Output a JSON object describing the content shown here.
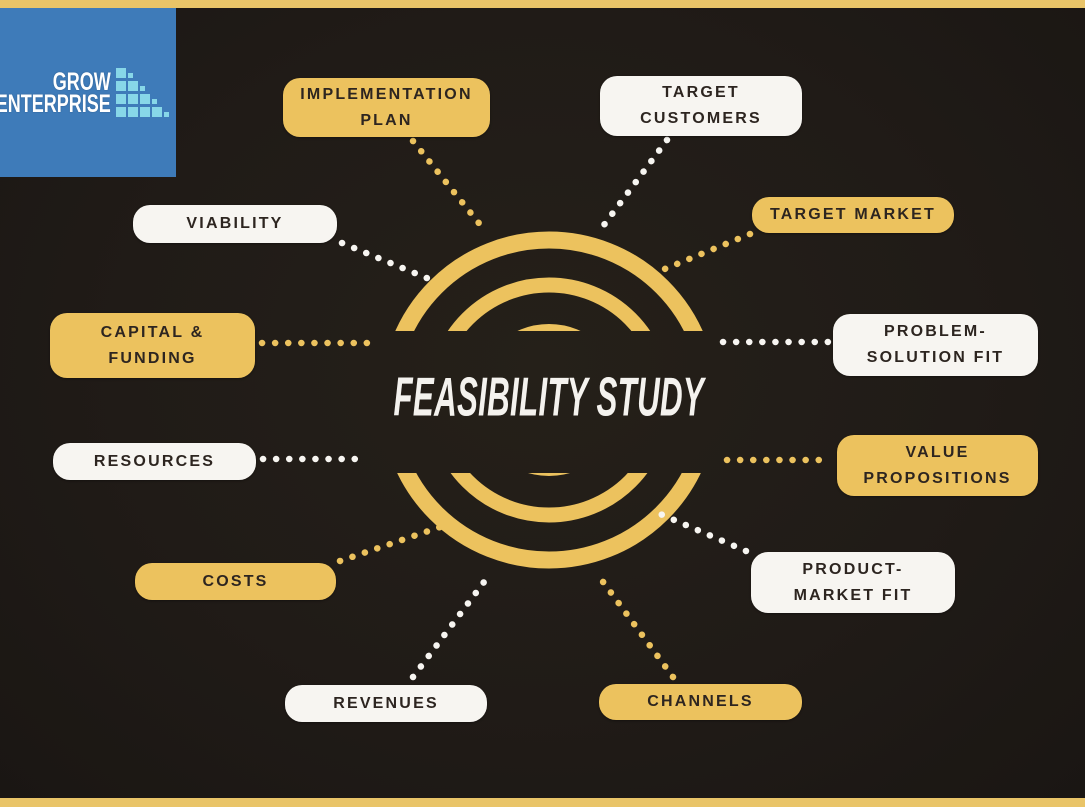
{
  "center": {
    "title": "FEASIBILITY STUDY"
  },
  "logo": {
    "line1": "GROW",
    "line2": "ENTERPRISE",
    "icon": "bar-chart-squares-icon"
  },
  "nodes": [
    {
      "id": "implementation-plan",
      "label": "IMPLEMENTATION\nPLAN",
      "style": "yellow"
    },
    {
      "id": "target-customers",
      "label": "TARGET\nCUSTOMERS",
      "style": "white"
    },
    {
      "id": "viability",
      "label": "VIABILITY",
      "style": "white"
    },
    {
      "id": "target-market",
      "label": "TARGET MARKET",
      "style": "yellow"
    },
    {
      "id": "capital-funding",
      "label": "CAPITAL &\nFUNDING",
      "style": "yellow"
    },
    {
      "id": "problem-solution-fit",
      "label": "PROBLEM-\nSOLUTION FIT",
      "style": "white"
    },
    {
      "id": "resources",
      "label": "RESOURCES",
      "style": "white"
    },
    {
      "id": "value-propositions",
      "label": "VALUE\nPROPOSITIONS",
      "style": "yellow"
    },
    {
      "id": "costs",
      "label": "COSTS",
      "style": "yellow"
    },
    {
      "id": "product-market-fit",
      "label": "PRODUCT-\nMARKET FIT",
      "style": "white"
    },
    {
      "id": "revenues",
      "label": "REVENUES",
      "style": "white"
    },
    {
      "id": "channels",
      "label": "CHANNELS",
      "style": "yellow"
    }
  ],
  "colors": {
    "background": "#201b17",
    "accent_yellow": "#ecc25e",
    "box_white": "#f7f5f1",
    "text_dark": "#2d2520",
    "title_white": "#f4f2ee",
    "logo_blue": "#3e7bb9",
    "logo_square_cyan": "#87d7e8",
    "border_strip": "#e9c468"
  }
}
